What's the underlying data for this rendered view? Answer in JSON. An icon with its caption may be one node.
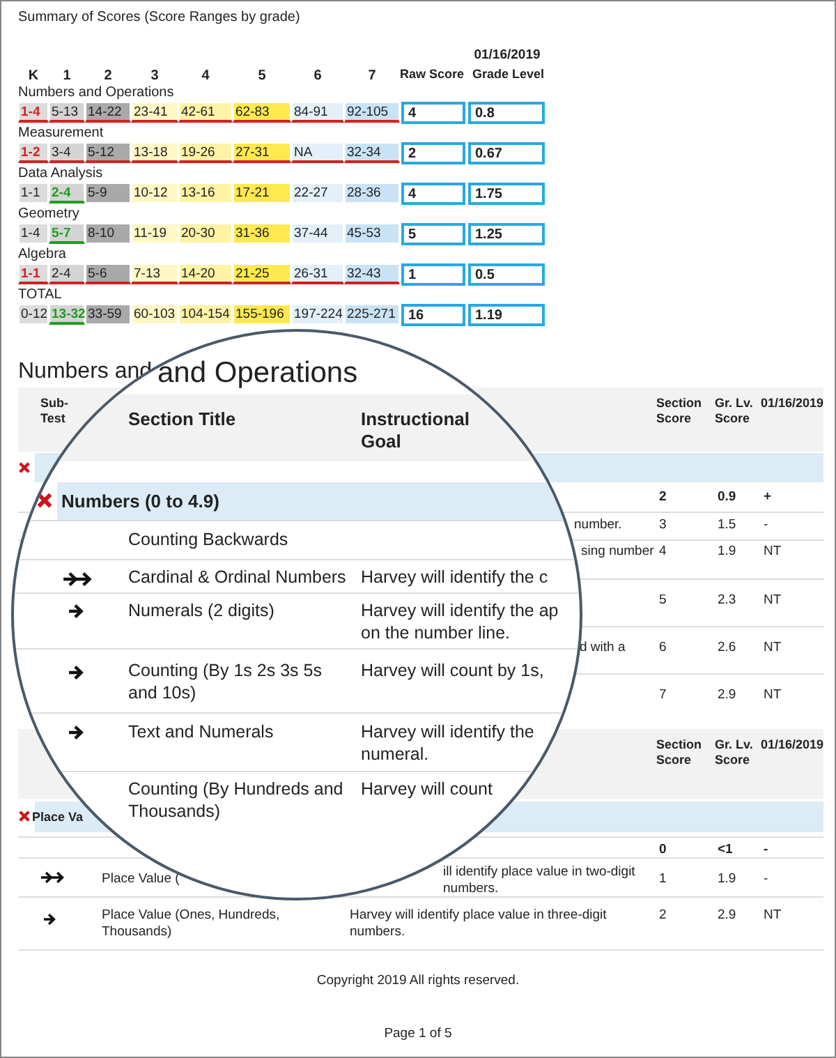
{
  "diagram": {
    "title": "Summary of Scores (Score Ranges by grade)",
    "labels": [
      "01/16/2019",
      "K",
      "1",
      "2",
      "3",
      "4",
      "5",
      "6",
      "7",
      "Raw Score",
      "Grade Level",
      "Numbers and Operations",
      "1-4",
      "5-13",
      "14-22",
      "23-41",
      "42-61",
      "62-83",
      "84-91",
      "92-105",
      "4",
      "0.8",
      "Measurement",
      "1-2",
      "3-4",
      "5-12",
      "13-18",
      "19-26",
      "27-31",
      "NA",
      "32-34",
      "2",
      "0.67",
      "Data Analysis",
      "1-1",
      "2-4",
      "5-9",
      "10-12",
      "13-16",
      "17-21",
      "22-27",
      "28-36",
      "4",
      "1.75",
      "Geometry",
      "1-4",
      "5-7",
      "8-10",
      "11-19",
      "20-30",
      "31-36",
      "37-44",
      "45-53",
      "5",
      "1.25",
      "Algebra",
      "1-1",
      "2-4",
      "5-6",
      "7-13",
      "14-20",
      "21-25",
      "26-31",
      "32-43",
      "1",
      "0.5",
      "TOTAL",
      "0-12",
      "13-32",
      "33-59",
      "60-103",
      "104-154",
      "155-196",
      "197-224",
      "225-271",
      "16",
      "1.19",
      "Numbers and",
      "Sub- Test",
      "Section Score",
      "Gr. Lv. Score",
      "01/16/2019",
      "2",
      "0.9",
      "+",
      "number.",
      "3",
      "1.5",
      "-",
      "sing number",
      "4",
      "1.9",
      "NT",
      "5",
      "2.3",
      "NT",
      "d with a",
      "6",
      "2.6",
      "NT",
      "7",
      "2.9",
      "NT",
      "Section Score",
      "Gr. Lv. Score",
      "01/16/2019",
      "Place Va",
      "0",
      "<1",
      "-",
      "Place Value (",
      "ill identify place value in two-digit numbers.",
      "1",
      "1.9",
      "-",
      "Place Value (Ones, Hundreds, Thousands)",
      "Harvey will identify place value in three-digit numbers.",
      "2",
      "2.9",
      "NT",
      "and Operations",
      "Section Title",
      "Instructional Goal",
      "Numbers (0 to 4.9)",
      "Counting Backwards",
      "Cardinal & Ordinal Numbers",
      "Harvey will identify the c",
      "Numerals (2 digits)",
      "Harvey will identify the ap on the number line.",
      "Counting (By 1s 2s 3s 5s and 10s)",
      "Harvey will count by 1s,",
      "Text and Numerals",
      "Harvey will identify the numeral.",
      "Counting (By Hundreds and Thousands)",
      "Harvey will count",
      "Copyright 2019 All rights reserved.",
      "Page 1 of 5"
    ]
  }
}
